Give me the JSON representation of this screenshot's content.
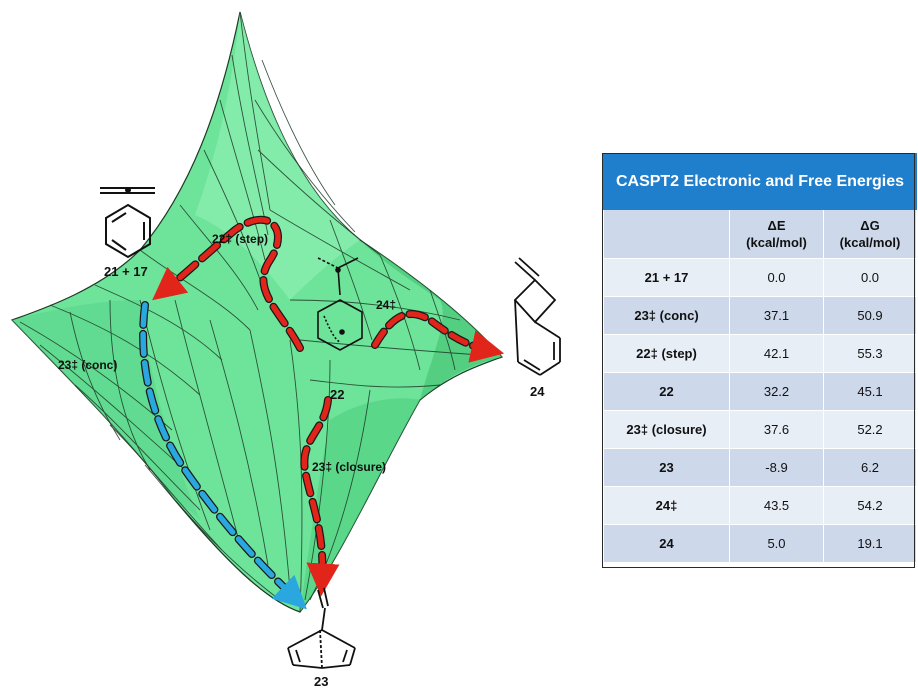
{
  "diagram": {
    "labels": {
      "reactants": "21 + 17",
      "ts_step": "22‡ (step)",
      "ts_conc": "23‡ (conc)",
      "intermediate": "22",
      "ts_24": "24‡",
      "product_24": "24",
      "ts_closure": "23‡ (closure)",
      "product_23": "23"
    },
    "colors": {
      "surface": "#6ee39a",
      "surface_dark": "#3fbf6f",
      "grid": "#1d3a26",
      "path_red": "#e1251b",
      "path_blue": "#2aa7df"
    }
  },
  "table": {
    "title": "CASPT2 Electronic and Free Energies",
    "col_de": "ΔE",
    "col_de_unit": "(kcal/mol)",
    "col_dg": "ΔG",
    "col_dg_unit": "(kcal/mol)",
    "rows": [
      {
        "label": "21 + 17",
        "de": "0.0",
        "dg": "0.0"
      },
      {
        "label": "23‡ (conc)",
        "de": "37.1",
        "dg": "50.9"
      },
      {
        "label": "22‡ (step)",
        "de": "42.1",
        "dg": "55.3"
      },
      {
        "label": "22",
        "de": "32.2",
        "dg": "45.1"
      },
      {
        "label": "23‡ (closure)",
        "de": "37.6",
        "dg": "52.2"
      },
      {
        "label": "23",
        "de": "-8.9",
        "dg": "6.2"
      },
      {
        "label": "24‡",
        "de": "43.5",
        "dg": "54.2"
      },
      {
        "label": "24",
        "de": "5.0",
        "dg": "19.1"
      }
    ],
    "colors": {
      "header": "#1f7fcc",
      "row_dark": "#cdd9ea",
      "row_light": "#e8eef6"
    }
  }
}
